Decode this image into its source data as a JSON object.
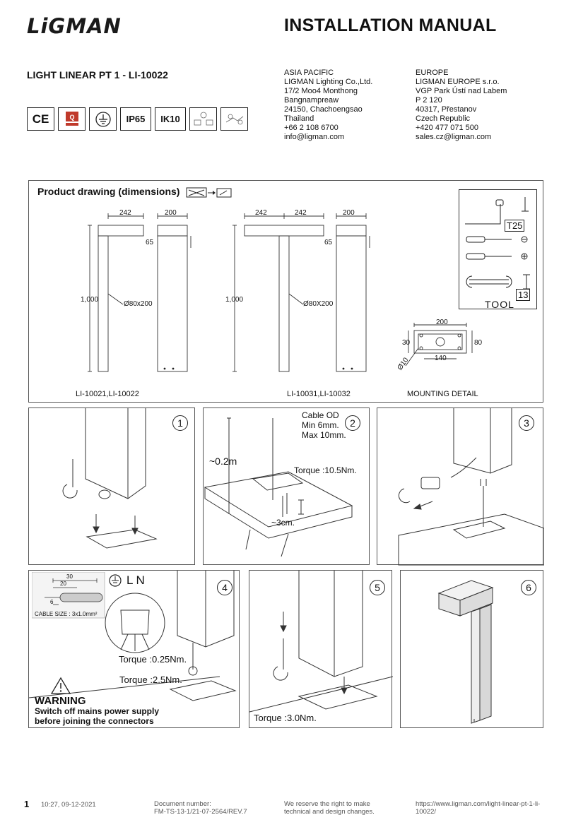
{
  "brand": "LiGMAN",
  "title": "INSTALLATION MANUAL",
  "product": "LIGHT LINEAR PT 1 - LI-10022",
  "asia": [
    "ASIA PACIFIC",
    "LIGMAN Lighting Co.,Ltd.",
    "17/2 Moo4 Monthong",
    "Bangnampreaw",
    "24150, Chachoengsao",
    "Thailand",
    "+66 2 108 6700",
    "info@ligman.com"
  ],
  "europe": [
    "EUROPE",
    "LIGMAN EUROPE s.r.o.",
    "VGP Park Ústí nad Labem",
    "P 2 120",
    "40317, Přestanov",
    "Czech Republic",
    "+420 477 071 500",
    "sales.cz@ligman.com"
  ],
  "certs": {
    "ce": "CE",
    "ip": "IP65",
    "ik": "IK10"
  },
  "drawing": {
    "title": "Product drawing (dimensions)",
    "d242": "242",
    "d200": "200",
    "d65": "65",
    "d1000": "1,000",
    "diam1": "Ø80x200",
    "diam2": "Ø80X200",
    "caption1": "LI-10021,LI-10022",
    "caption2": "LI-10031,LI-10032",
    "caption3": "MOUNTING DETAIL",
    "tool_t25": "T25",
    "tool_13": "13",
    "tool_label": "TOOL",
    "m200": "200",
    "m30": "30",
    "m80": "80",
    "m140": "140",
    "m10": "Ø10"
  },
  "steps": {
    "n1": "1",
    "n2": "2",
    "n3": "3",
    "n4": "4",
    "n5": "5",
    "n6": "6",
    "cable_od": "Cable OD",
    "cable_min": "Min 6mm.",
    "cable_max": "Max 10mm.",
    "height": "~0.2m",
    "torque_105": "Torque :10.5Nm.",
    "depth": "~3cm.",
    "c30": "30",
    "c20": "20",
    "c6": "6",
    "cable_size": "CABLE SIZE : 3x1.0mm²",
    "ln": "L  N",
    "torque_025": "Torque :0.25Nm.",
    "torque_25": "Torque :2.5Nm.",
    "warning": "WARNING",
    "warn1": "Switch off mains power supply",
    "warn2": "before joining the connectors",
    "torque_30": "Torque :3.0Nm."
  },
  "footer": {
    "page": "1",
    "date": "10:27, 09-12-2021",
    "doc1": "Document number:",
    "doc2": "FM-TS-13-1/21-07-2564/REV.7",
    "rsv1": "We reserve the right to make",
    "rsv2": "technical and design changes.",
    "url1": "https://www.ligman.com/light-linear-pt-1-li-",
    "url2": "10022/"
  }
}
